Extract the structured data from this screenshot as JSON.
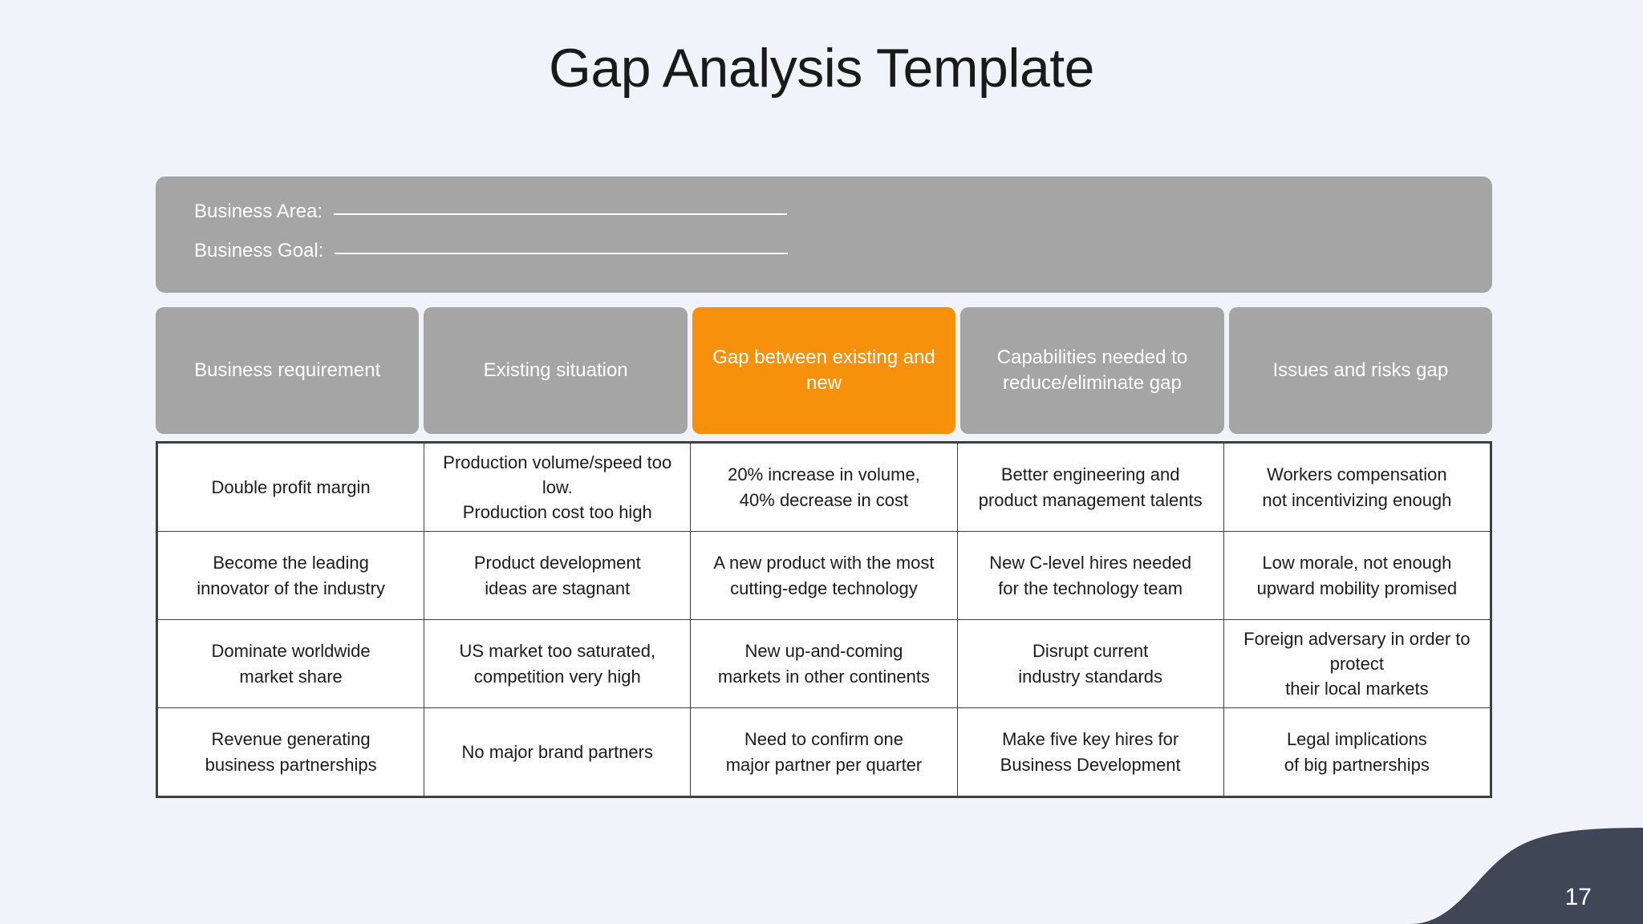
{
  "slide": {
    "title": "Gap Analysis Template",
    "page_number": "17",
    "background_color": "#f2f2fa",
    "accent_color": "#f7900a",
    "panel_color": "#a5a5a5"
  },
  "info_panel": {
    "fields": [
      {
        "label": "Business Area:"
      },
      {
        "label": "Business Goal:"
      }
    ]
  },
  "headers": [
    {
      "line1": "Business requirement",
      "line2": "",
      "highlight": false
    },
    {
      "line1": "Existing situation",
      "line2": "",
      "highlight": false
    },
    {
      "line1": "Gap between",
      "line2": "existing and new",
      "highlight": true
    },
    {
      "line1": "Capabilities needed to",
      "line2": "reduce/eliminate gap",
      "highlight": false
    },
    {
      "line1": "Issues and risks gap",
      "line2": "",
      "highlight": false
    }
  ],
  "rows": [
    {
      "c0": {
        "l1": "Double profit margin",
        "l2": ""
      },
      "c1": {
        "l1": "Production volume/speed too low.",
        "l2": "Production cost too high"
      },
      "c2": {
        "l1": "20% increase in volume,",
        "l2": "40% decrease in cost"
      },
      "c3": {
        "l1": "Better engineering and",
        "l2": "product management talents"
      },
      "c4": {
        "l1": "Workers compensation",
        "l2": "not incentivizing enough"
      }
    },
    {
      "c0": {
        "l1": "Become the leading",
        "l2": "innovator of the industry"
      },
      "c1": {
        "l1": "Product development",
        "l2": "ideas are stagnant"
      },
      "c2": {
        "l1": "A new product with the most",
        "l2": "cutting-edge technology"
      },
      "c3": {
        "l1": "New C-level hires needed",
        "l2": "for the technology team"
      },
      "c4": {
        "l1": "Low morale, not enough",
        "l2": "upward mobility promised"
      }
    },
    {
      "c0": {
        "l1": "Dominate worldwide",
        "l2": "market share"
      },
      "c1": {
        "l1": "US market too saturated,",
        "l2": "competition very high"
      },
      "c2": {
        "l1": "New up-and-coming",
        "l2": "markets in other continents"
      },
      "c3": {
        "l1": "Disrupt current",
        "l2": "industry standards"
      },
      "c4": {
        "l1": "Foreign adversary in order to protect",
        "l2": "their local markets"
      }
    },
    {
      "c0": {
        "l1": "Revenue generating",
        "l2": "business partnerships"
      },
      "c1": {
        "l1": "No major brand partners",
        "l2": ""
      },
      "c2": {
        "l1": "Need to confirm one",
        "l2": "major partner per quarter"
      },
      "c3": {
        "l1": "Make five key hires for",
        "l2": "Business Development"
      },
      "c4": {
        "l1": "Legal implications",
        "l2": "of big partnerships"
      }
    }
  ]
}
